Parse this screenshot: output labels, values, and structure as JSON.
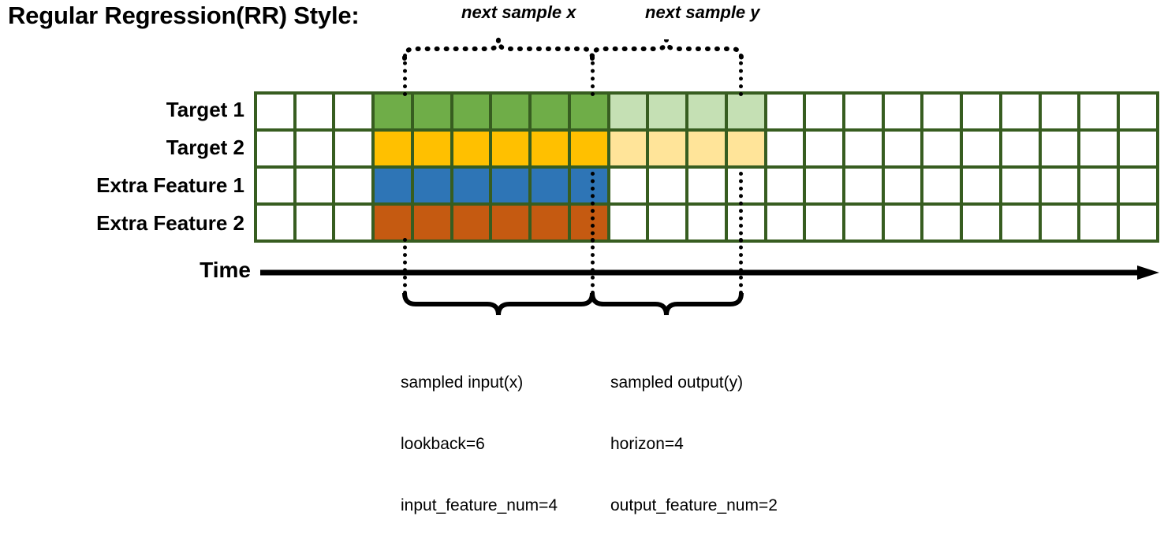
{
  "title": "Regular Regression(RR) Style:",
  "rows": [
    {
      "label": "Target 1",
      "dark_color": "#6FAD48",
      "light_color": "#C5E0B4",
      "has_light": true
    },
    {
      "label": "Target 2",
      "dark_color": "#FFC000",
      "light_color": "#FFE499",
      "has_light": true
    },
    {
      "label": "Extra Feature 1",
      "dark_color": "#2E75B6",
      "light_color": "",
      "has_light": false
    },
    {
      "label": "Extra Feature 2",
      "dark_color": "#C55A11",
      "light_color": "",
      "has_light": false
    }
  ],
  "grid": {
    "total_columns": 23,
    "leading_blank_columns": 3,
    "dark_columns": 6,
    "light_columns": 4,
    "trailing_blank_columns": 10,
    "border_color": "#375D20",
    "empty_color": "#FFFFFF"
  },
  "axis": {
    "label": "Time",
    "direction": "right-arrow"
  },
  "top_braces": [
    {
      "caption": "next sample x"
    },
    {
      "caption": "next sample y"
    }
  ],
  "bottom_braces": [
    {
      "line1": "sampled input(x)",
      "line2": "lookback=6",
      "line3": "input_feature_num=4"
    },
    {
      "line1": "sampled output(y)",
      "line2": "horizon=4",
      "line3": "output_feature_num=2"
    }
  ]
}
